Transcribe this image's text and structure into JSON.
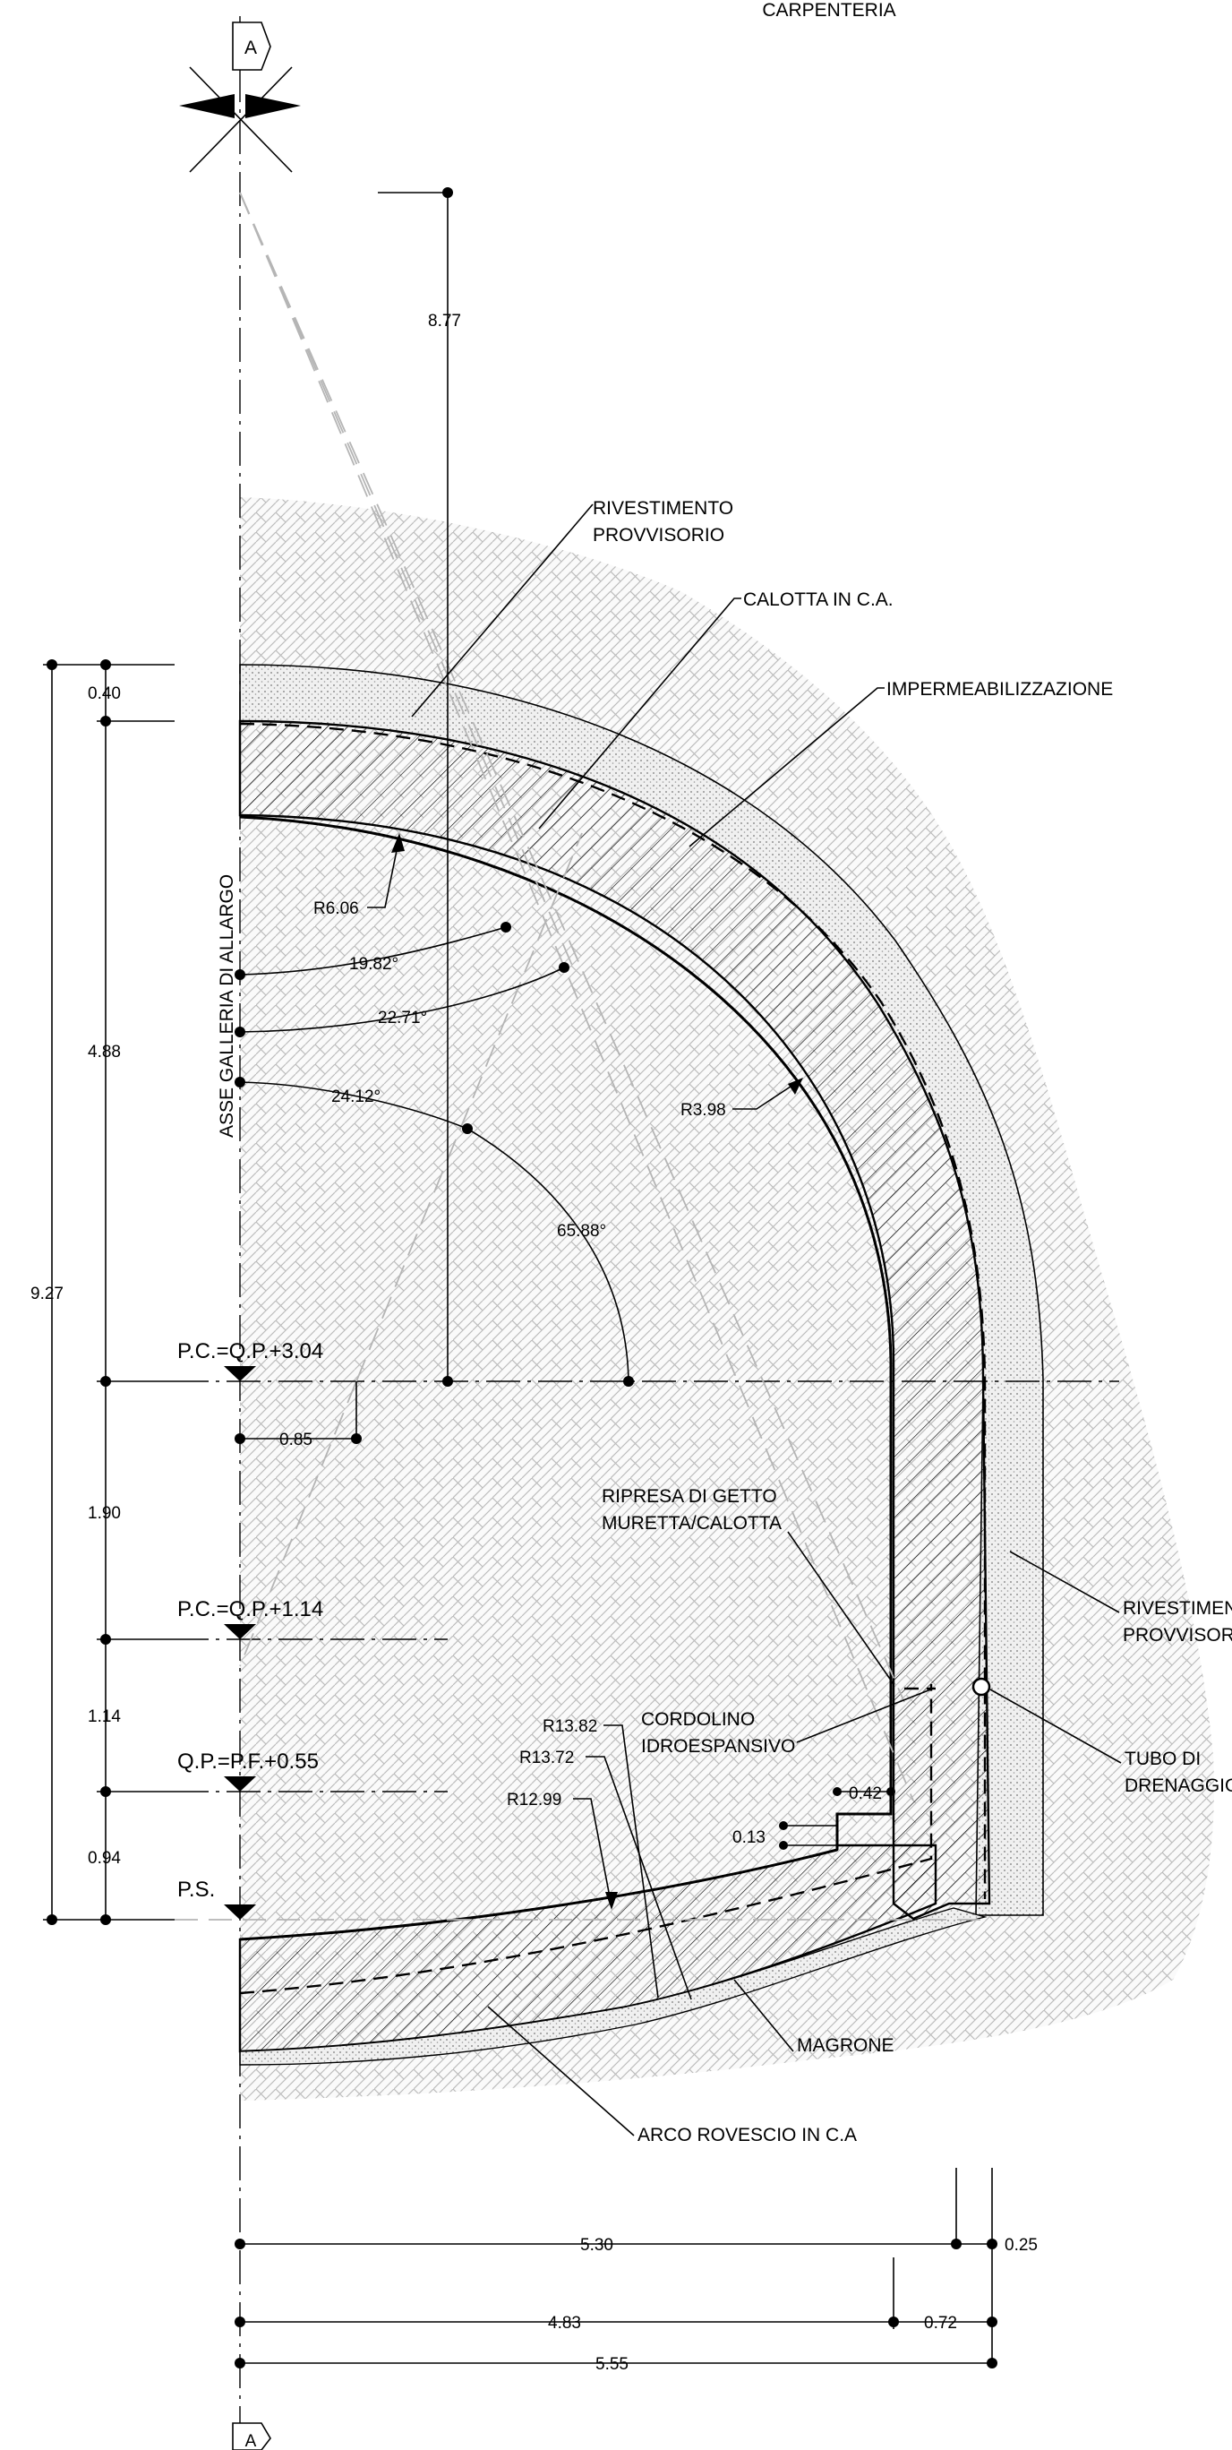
{
  "title": "CARPENTERIA",
  "section_marker": "A",
  "vertical_axis_label": "ASSE GALLERIA DI ALLARGO",
  "labels": {
    "rivestimento_provvisorio_top": [
      "RIVESTIMENTO",
      "PROVVISORIO"
    ],
    "calotta": "CALOTTA IN C.A.",
    "impermeabilizzazione": "IMPERMEABILIZZAZIONE",
    "ripresa": [
      "RIPRESA DI GETTO",
      "MURETTA/CALOTTA"
    ],
    "cordolino": [
      "CORDOLINO",
      "IDROESPANSIVO"
    ],
    "rivestimento_provvisorio_side": [
      "RIVESTIMENTO",
      "PROVVISORIO"
    ],
    "tubo": [
      "TUBO DI",
      "DRENAGGIO"
    ],
    "magrone": "MAGRONE",
    "arco_rovescio": "ARCO ROVESCIO IN C.A"
  },
  "levels": {
    "pc_304": "P.C.=Q.P.+3.04",
    "pc_114": "P.C.=Q.P.+1.14",
    "qp_055": "Q.P.=P.F.+0.55",
    "ps": "P.S."
  },
  "radii": {
    "r606": "R6.06",
    "r398": "R3.98",
    "r1382": "R13.82",
    "r1372": "R13.72",
    "r1299": "R12.99"
  },
  "angles": {
    "a1982": "19.82°",
    "a2271": "22.71°",
    "a2412": "24.12°",
    "a6588": "65.88°"
  },
  "dimensions": {
    "d877": "8.77",
    "d040": "0.40",
    "d488": "4.88",
    "d927": "9.27",
    "d190": "1.90",
    "d114": "1.14",
    "d094": "0.94",
    "d085": "0.85",
    "d042": "0.42",
    "d013": "0.13",
    "d530": "5.30",
    "d025": "0.25",
    "d483": "4.83",
    "d072": "0.72",
    "d555": "5.55"
  }
}
